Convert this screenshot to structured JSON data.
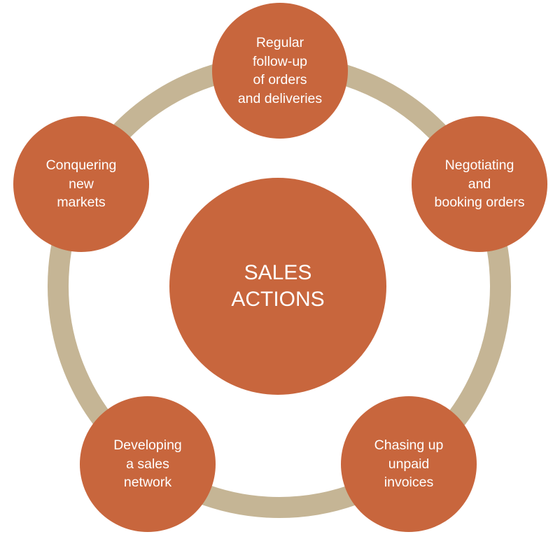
{
  "colors": {
    "node_fill": "#C8663D",
    "ring": "#C5B595",
    "text": "#FFFFFF",
    "background": "#FFFFFF"
  },
  "center": {
    "label": "SALES\nACTIONS"
  },
  "nodes": [
    {
      "id": "top",
      "label": "Regular\nfollow-up\nof orders\nand deliveries"
    },
    {
      "id": "right",
      "label": "Negotiating\nand\nbooking orders"
    },
    {
      "id": "bottom-right",
      "label": "Chasing up\nunpaid\ninvoices"
    },
    {
      "id": "bottom-left",
      "label": "Developing\na sales\nnetwork"
    },
    {
      "id": "left",
      "label": "Conquering\nnew\nmarkets"
    }
  ]
}
